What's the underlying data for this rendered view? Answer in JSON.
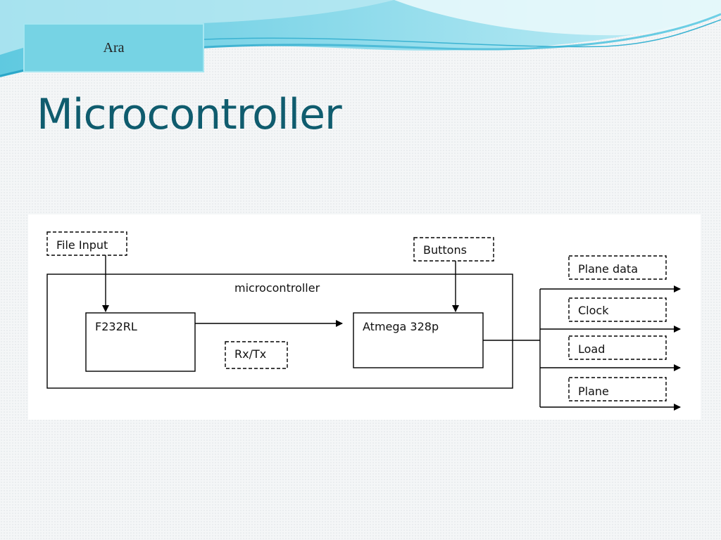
{
  "header": {
    "author": "Ara"
  },
  "slide": {
    "title": "Microcontroller"
  },
  "diagram": {
    "container_label": "microcontroller",
    "blocks": {
      "ftdi": "F232RL",
      "mcu": "Atmega 328p"
    },
    "signals": {
      "file_input": "File Input",
      "buttons": "Buttons",
      "rxtx": "Rx/Tx",
      "outputs": [
        "Plane data",
        "Clock",
        "Load",
        "Plane"
      ]
    }
  }
}
